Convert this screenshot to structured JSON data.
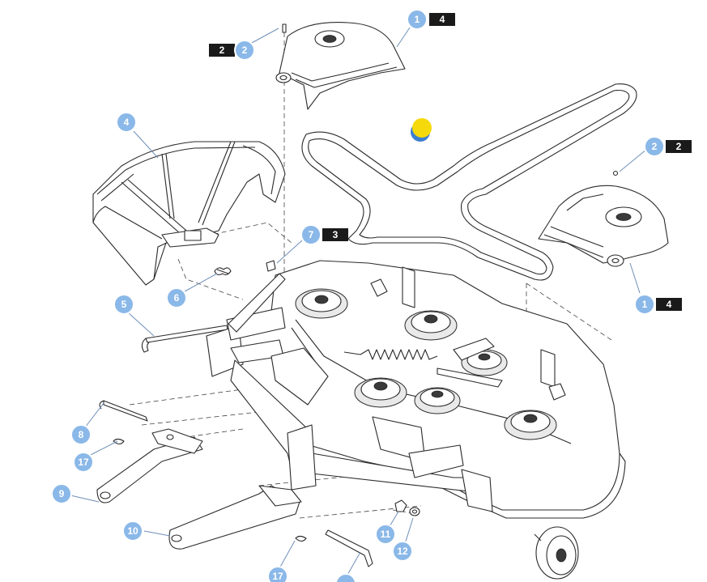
{
  "diagram": {
    "callouts": [
      {
        "id": "c1a",
        "number": "1",
        "qty": "4"
      },
      {
        "id": "c2a",
        "number": "2",
        "qty": "2"
      },
      {
        "id": "c2b",
        "number": "2",
        "qty": "2"
      },
      {
        "id": "c1b",
        "number": "1",
        "qty": "4"
      },
      {
        "id": "c7",
        "number": "7",
        "qty": "3"
      },
      {
        "id": "c4",
        "number": "4",
        "qty": ""
      },
      {
        "id": "c5",
        "number": "5",
        "qty": ""
      },
      {
        "id": "c6",
        "number": "6",
        "qty": ""
      },
      {
        "id": "c8",
        "number": "8",
        "qty": ""
      },
      {
        "id": "c17a",
        "number": "17",
        "qty": ""
      },
      {
        "id": "c9",
        "number": "9",
        "qty": ""
      },
      {
        "id": "c10",
        "number": "10",
        "qty": ""
      },
      {
        "id": "c11",
        "number": "11",
        "qty": ""
      },
      {
        "id": "c12",
        "number": "12",
        "qty": ""
      },
      {
        "id": "c17b",
        "number": "17",
        "qty": ""
      }
    ],
    "highlight_color": "#f5d90a",
    "callout_color": "#8ab8e8",
    "tag_color": "#1a1a1a"
  }
}
